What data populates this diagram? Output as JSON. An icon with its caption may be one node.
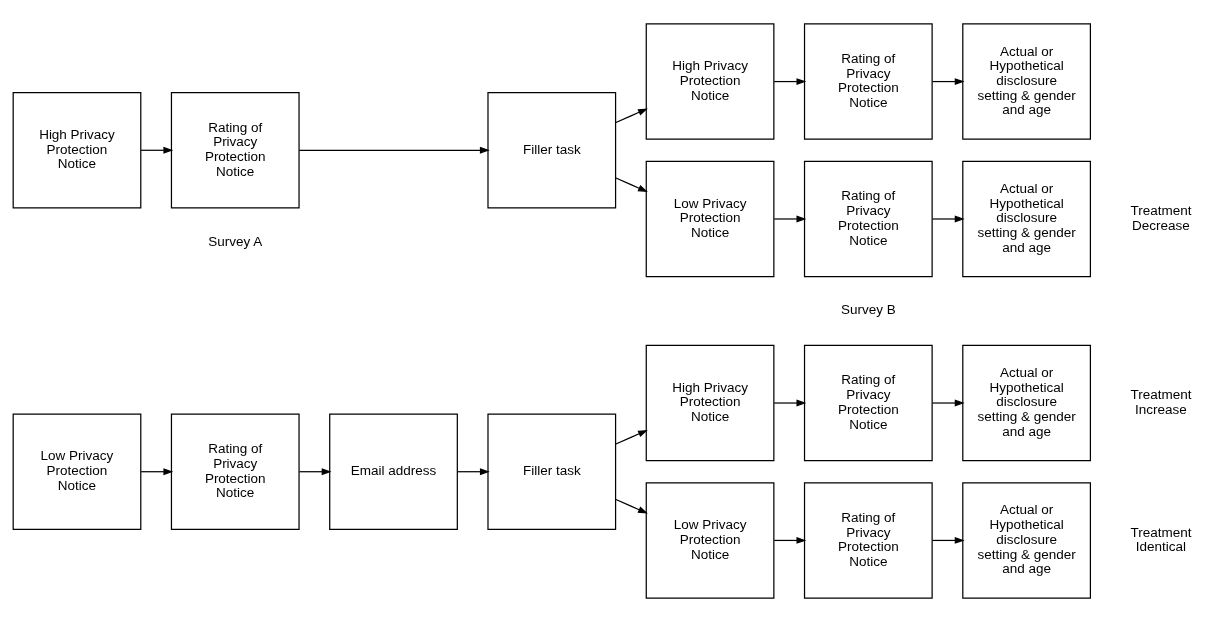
{
  "diagram": {
    "nodes": [
      {
        "text": [
          "Low Privacy Protection Notice"
        ]
      },
      {
        "text": [
          "Rating of Privacy Protection Notice"
        ]
      },
      {
        "text": [
          "Email address"
        ]
      },
      {
        "text": [
          "Filler task"
        ]
      },
      {
        "text": [
          "High Privacy Protection Notice"
        ]
      },
      {
        "text": [
          "Rating of Privacy Protection Notice"
        ]
      },
      {
        "text": [
          "Actual or Hypothetical disclosure setting & gender and age"
        ]
      },
      {
        "text": [
          "Low Privacy Protection Notice"
        ]
      },
      {
        "text": [
          "Rating of Privacy Protection Notice"
        ]
      },
      {
        "text": [
          "Actual or Hypothetical disclosure setting & gender and age"
        ]
      },
      {
        "text": [
          "High Privacy Protection Notice"
        ]
      },
      {
        "text": [
          "Rating of Privacy Protection Notice"
        ]
      },
      {
        "text": [
          "Filler task"
        ]
      },
      {
        "text": [
          "High Privacy Protection Notice"
        ]
      },
      {
        "text": [
          "Rating of Privacy Protection Notice"
        ]
      },
      {
        "text": [
          "Actual or Hypothetical disclosure setting & gender and age"
        ]
      },
      {
        "text": [
          "Low Privacy Protection Notice"
        ]
      },
      {
        "text": [
          "Rating of Privacy Protection Notice"
        ]
      },
      {
        "text": [
          "Actual or Hypothetical disclosure setting & gender and age"
        ]
      }
    ],
    "edges": [
      {
        "from": 0,
        "to": 1,
        "arrow": "to"
      },
      {
        "from": 1,
        "to": 2,
        "arrow": "to"
      },
      {
        "from": 2,
        "to": 3,
        "arrow": "to"
      },
      {
        "from": 3,
        "to": 4,
        "arrow": "to"
      },
      {
        "from": 3,
        "to": 7,
        "arrow": "to"
      },
      {
        "from": 4,
        "to": 5,
        "arrow": "to"
      },
      {
        "from": 5,
        "to": 6,
        "arrow": "to"
      },
      {
        "from": 7,
        "to": 8,
        "arrow": "to"
      },
      {
        "from": 8,
        "to": 9,
        "arrow": "to"
      },
      {
        "from": 10,
        "to": 11,
        "arrow": "to"
      },
      {
        "from": 11,
        "to": 12,
        "arrow": "to"
      },
      {
        "from": 12,
        "to": 13,
        "arrow": "to"
      },
      {
        "from": 12,
        "to": 16,
        "arrow": "to"
      },
      {
        "from": 13,
        "to": 14,
        "arrow": "to"
      },
      {
        "from": 14,
        "to": 15,
        "arrow": "to"
      },
      {
        "from": 16,
        "to": 17,
        "arrow": "to"
      },
      {
        "from": 17,
        "to": 18,
        "arrow": "to"
      }
    ],
    "labels": [
      "Treatment Increase",
      "Treatment Identical",
      "Treatment Decrease",
      "Survey A",
      "Survey B"
    ]
  }
}
